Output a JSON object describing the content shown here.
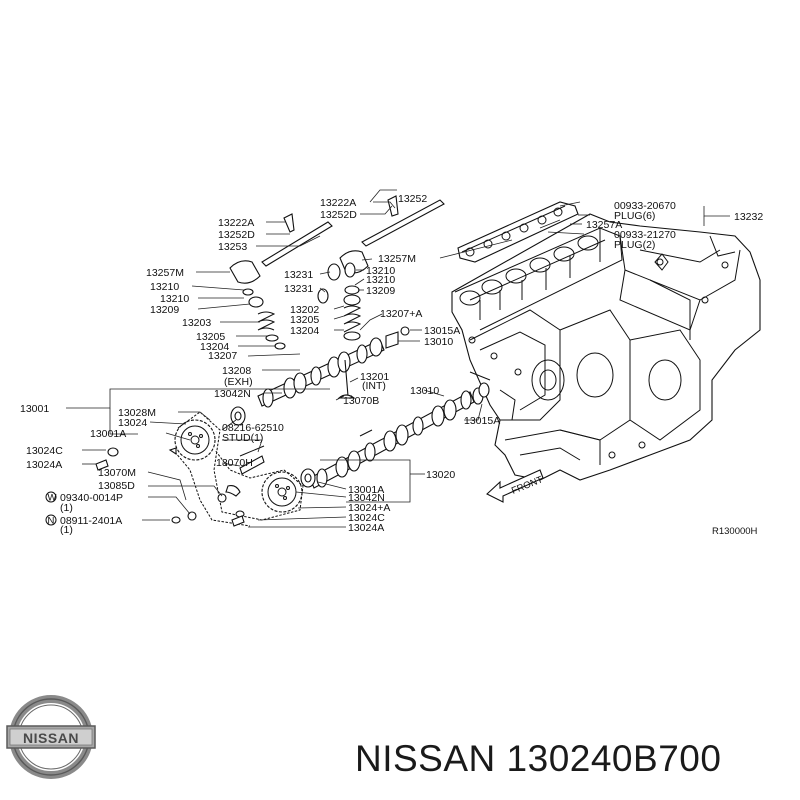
{
  "diagram": {
    "ref_code": "R130000H",
    "front_label": "FRONT",
    "labels": {
      "p13252_top": "13252",
      "p13222A_top": "13222A",
      "p13252D_top": "13252D",
      "p13222A_left": "13222A",
      "p13252D_left": "13252D",
      "p13253": "13253",
      "p13257M_left": "13257M",
      "p13231_a": "13231",
      "p13210_a": "13210",
      "p13231_b": "13231",
      "p13210_b": "13210",
      "p13209_a": "13209",
      "p13257M_mid": "13257M",
      "p13210_c": "13210",
      "p13210_d": "13210",
      "p13209_b": "13209",
      "p13202": "13202",
      "p13205_a": "13205",
      "p13204_a": "13204",
      "p13203": "13203",
      "p13205_b": "13205",
      "p13204_b": "13204",
      "p13207": "13207",
      "p13207A": "13207+A",
      "p13015A_a": "13015A",
      "p13010_a": "13010",
      "p13208": "13208",
      "p13208_exh": "(EXH)",
      "p13201": "13201",
      "p13201_int": "(INT)",
      "p13042N_a": "13042N",
      "p13070B": "13070B",
      "p13001": "13001",
      "p13028M": "13028M",
      "p13024": "13024",
      "p13001A_a": "13001A",
      "p08216": "08216-62510",
      "p08216_stud": "STUD(1)",
      "p13024C_a": "13024C",
      "p13024A_a": "13024A",
      "p13070H": "13070H",
      "p13070M": "13070M",
      "p13085D": "13085D",
      "p09340": "09340-0014P",
      "p09340_qty": "(1)",
      "p08911": "08911-2401A",
      "p08911_qty": "(1)",
      "p13010_b": "13010",
      "p13015A_b": "13015A",
      "p13020": "13020",
      "p13001A_b": "13001A",
      "p13042N_b": "13042N",
      "p13024A_plus": "13024+A",
      "p13024C_b": "13024C",
      "p13024A_b": "13024A",
      "p00933_20670": "00933-20670",
      "p00933_20670_plug": "PLUG(6)",
      "p13232": "13232",
      "p13257A": "13257A",
      "p00933_21270": "00933-21270",
      "p00933_21270_plug": "PLUG(2)",
      "circle_W": "W",
      "circle_N": "N"
    }
  },
  "logo": {
    "text": "NISSAN"
  },
  "footer": {
    "brand": "NISSAN",
    "part_number": "130240B700"
  }
}
